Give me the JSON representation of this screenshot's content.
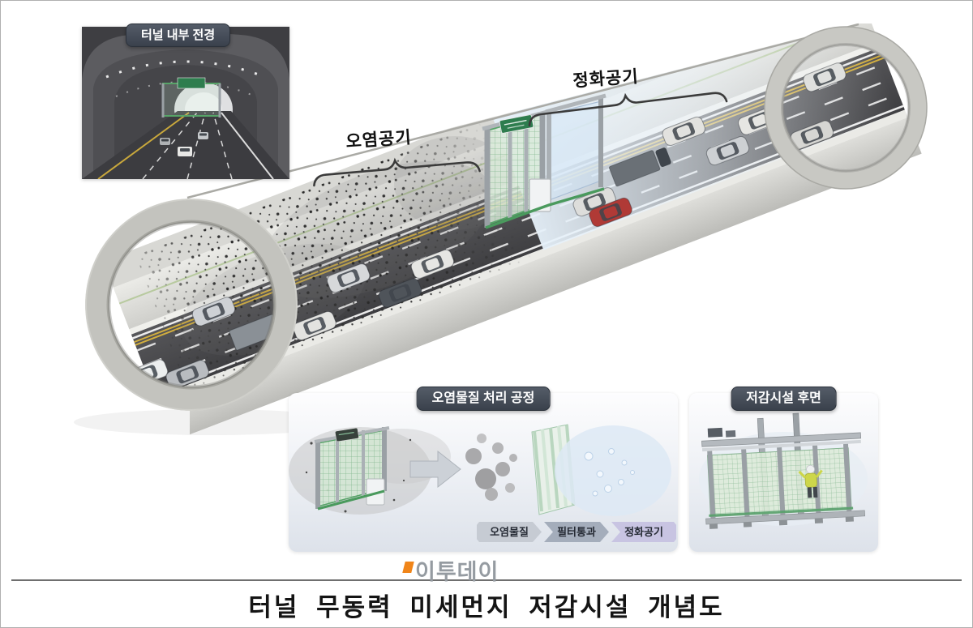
{
  "insets": {
    "interior": {
      "label": "터널 내부 전경"
    },
    "process": {
      "label": "오염물질 처리 공정",
      "steps": [
        "오염물질",
        "필터통과",
        "정화공기"
      ]
    },
    "rear": {
      "label": "저감시설 후면"
    }
  },
  "annotations": {
    "polluted_air": "오염공기",
    "clean_air": "정화공기"
  },
  "logo": {
    "text": "이투데이"
  },
  "caption": {
    "text": "터널 무동력 미세먼지 저감시설 개념도"
  },
  "colors": {
    "label_pill": "#3a414c",
    "accent_orange": "#f08519",
    "filter_green": "#57a468",
    "clean_air_blue": "#dbe7f4",
    "road_gray": "#47474a"
  }
}
